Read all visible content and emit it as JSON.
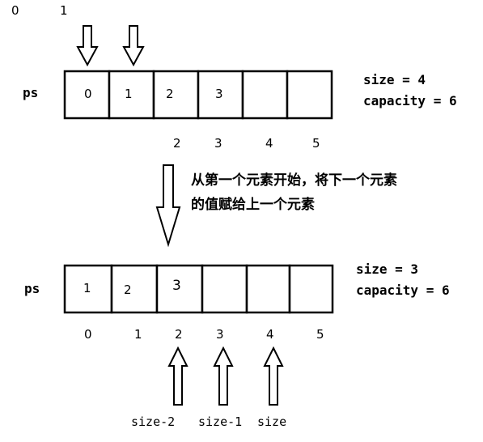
{
  "top": {
    "array_name": "ps",
    "cells": [
      "0",
      "1",
      "2",
      "3",
      "",
      ""
    ],
    "pointer_labels": [
      "0",
      "1"
    ],
    "index_labels": [
      "2",
      "3",
      "4",
      "5"
    ],
    "size_text": "size = 4",
    "capacity_text": "capacity = 6"
  },
  "caption": {
    "line1": "从第一个元素开始，将下一个元素",
    "line2": "的值赋给上一个元素"
  },
  "bottom": {
    "array_name": "ps",
    "cells": [
      "1",
      "2",
      "3",
      "",
      "",
      ""
    ],
    "index_labels": [
      "0",
      "1",
      "2",
      "3",
      "4",
      "5"
    ],
    "size_text": "size = 3",
    "capacity_text": "capacity = 6",
    "pointer_labels": [
      "size-2",
      "size-1",
      "size"
    ]
  }
}
